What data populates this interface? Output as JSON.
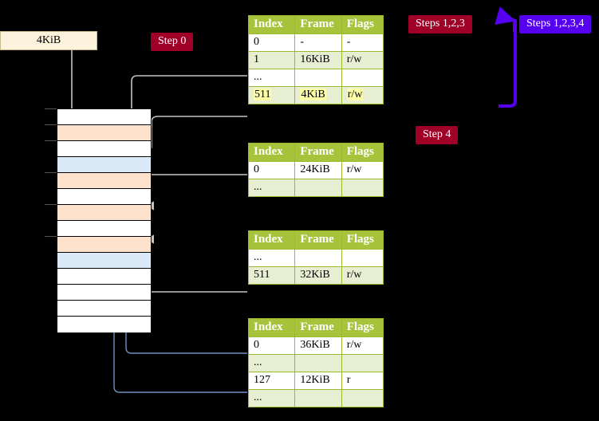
{
  "diagram": {
    "title_badges": [
      {
        "name": "step-0",
        "label": "Step 0",
        "color": "#a00028"
      },
      {
        "name": "steps-123",
        "label": "Steps 1,2,3",
        "color": "#a00028"
      },
      {
        "name": "steps-1234",
        "label": "Steps 1,2,3,4",
        "color": "#5500ee"
      },
      {
        "name": "step-4",
        "label": "Step 4",
        "color": "#a00028"
      }
    ],
    "memory_box": {
      "label": "4KiB"
    },
    "colors": {
      "table_header": "#a6c33b",
      "table_alt_row": "#e8eed2",
      "table_border": "#9aba2e",
      "highlight": "#ffffaa",
      "mem_orange": "#fde3cd",
      "mem_blue": "#dce9f7",
      "wire_gray": "#cccccc",
      "wire_blue": "#6f8fbf",
      "arrow_purple": "#5500ee",
      "badge_red": "#a00028"
    },
    "memory_rows": [
      {
        "fill": "white"
      },
      {
        "fill": "orange"
      },
      {
        "fill": "white"
      },
      {
        "fill": "blue"
      },
      {
        "fill": "orange"
      },
      {
        "fill": "white"
      },
      {
        "fill": "orange"
      },
      {
        "fill": "white"
      },
      {
        "fill": "orange"
      },
      {
        "fill": "blue"
      },
      {
        "fill": "white"
      },
      {
        "fill": "white"
      },
      {
        "fill": "white"
      },
      {
        "fill": "white"
      }
    ]
  },
  "tables": [
    {
      "name": "page-table-1",
      "headers": [
        "Index",
        "Frame",
        "Flags"
      ],
      "rows": [
        {
          "cells": [
            "0",
            "-",
            "-"
          ],
          "style": "plain",
          "highlight": false
        },
        {
          "cells": [
            "1",
            "16KiB",
            "r/w"
          ],
          "style": "alt",
          "highlight": false
        },
        {
          "cells": [
            "...",
            "",
            ""
          ],
          "style": "plain",
          "highlight": false
        },
        {
          "cells": [
            "511",
            "4KiB",
            "r/w"
          ],
          "style": "alt",
          "highlight": true
        }
      ]
    },
    {
      "name": "page-table-2",
      "headers": [
        "Index",
        "Frame",
        "Flags"
      ],
      "rows": [
        {
          "cells": [
            "0",
            "24KiB",
            "r/w"
          ],
          "style": "plain",
          "highlight": false
        },
        {
          "cells": [
            "...",
            "",
            ""
          ],
          "style": "alt",
          "highlight": false
        }
      ]
    },
    {
      "name": "page-table-3",
      "headers": [
        "Index",
        "Frame",
        "Flags"
      ],
      "rows": [
        {
          "cells": [
            "...",
            "",
            ""
          ],
          "style": "plain",
          "highlight": false
        },
        {
          "cells": [
            "511",
            "32KiB",
            "r/w"
          ],
          "style": "alt",
          "highlight": false
        }
      ]
    },
    {
      "name": "page-table-4",
      "headers": [
        "Index",
        "Frame",
        "Flags"
      ],
      "rows": [
        {
          "cells": [
            "0",
            "36KiB",
            "r/w"
          ],
          "style": "plain",
          "highlight": false
        },
        {
          "cells": [
            "...",
            "",
            ""
          ],
          "style": "alt",
          "highlight": false
        },
        {
          "cells": [
            "127",
            "12KiB",
            "r"
          ],
          "style": "plain",
          "highlight": false
        },
        {
          "cells": [
            "...",
            "",
            ""
          ],
          "style": "alt",
          "highlight": false
        }
      ]
    }
  ]
}
